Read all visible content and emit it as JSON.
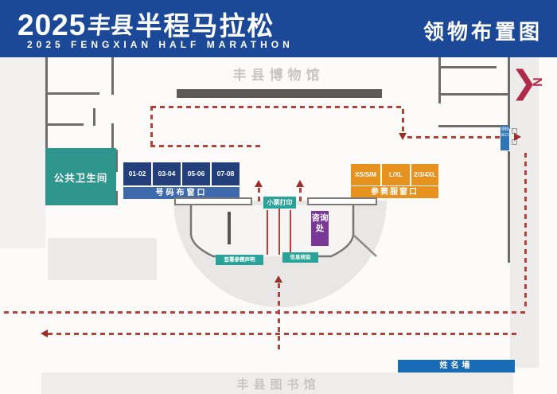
{
  "header": {
    "year": "2025",
    "logo_mark": "丰县",
    "title_zh": "半程马拉松",
    "subtitle_en": "2025 FENGXIAN HALF MARATHON",
    "page_title": "领物布置图"
  },
  "map": {
    "museum_label": "丰县博物馆",
    "library_label": "丰县图书馆",
    "restroom_label": "公共卫生间",
    "bib_window": {
      "label": "号码布窗口",
      "slots": [
        "01-02",
        "03-04",
        "05-06",
        "07-08"
      ]
    },
    "apparel_window": {
      "label": "参赛服窗口",
      "sizes": [
        "XS/S/M",
        "L/XL",
        "2/3/4XL"
      ]
    },
    "receipt_label": "小票打印",
    "consult_label": "咨询处",
    "sign_label": "签署参赛声明",
    "verify_label": "信息核验",
    "name_wall_label": "姓名墙",
    "exit_tag_label": "领物出口",
    "compass_chevron": "❯",
    "compass_letter": "N"
  },
  "colors": {
    "header_blue": "#1c4898",
    "bib_slot_navy": "#24407c",
    "bib_bar_blue": "#3e69ac",
    "apparel_orange": "#e7921f",
    "restroom_teal": "#2f968d",
    "consult_purple": "#7b3797",
    "name_wall_blue": "#1a6bb5",
    "route_red": "#b2423a",
    "compass_red": "#b02a4a"
  }
}
